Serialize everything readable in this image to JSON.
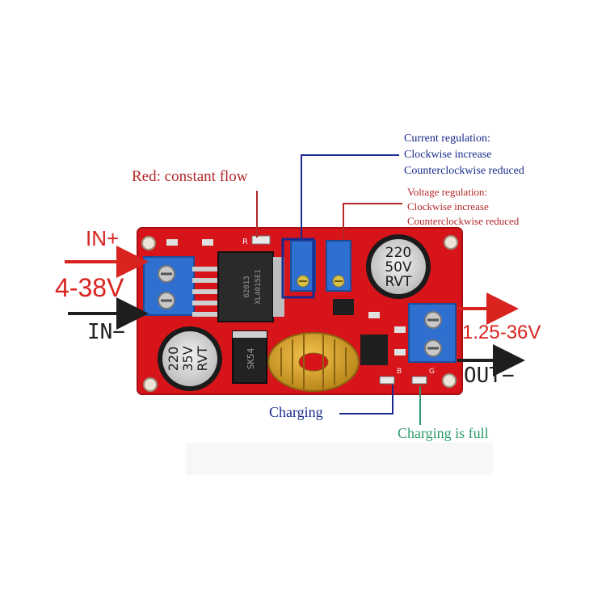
{
  "annotations": {
    "current_regulation": "Current regulation:",
    "current_cw": "Clockwise increase",
    "current_ccw": "Counterclockwise reduced",
    "red_constant_flow": "Red: constant flow",
    "voltage_regulation": "Voltage regulation:",
    "voltage_cw": "Clockwise increase",
    "voltage_ccw": "Counterclockwise reduced",
    "charging": "Charging",
    "charging_full": "Charging is full"
  },
  "terminals": {
    "in_plus": "IN+",
    "in_range": "4-38V",
    "in_minus": "IN−",
    "out_range": "1.25-36V",
    "out_minus": "OUT−"
  },
  "board": {
    "cap_left": [
      "220",
      "35V",
      "RVT"
    ],
    "cap_right": [
      "220",
      "50V",
      "RVT"
    ],
    "chip_main": [
      "XL4015E1",
      "62013"
    ],
    "diode": "SK54",
    "res_r": "R",
    "led_b": "B",
    "led_g": "G"
  },
  "colors": {
    "pcb": "#d7141a",
    "terminal": "#2f6fd0",
    "annotation_blue": "#1a2a8c",
    "annotation_red": "#b42828",
    "charging_full_green": "#2e9a6c",
    "arrow_red": "#d8231f"
  }
}
